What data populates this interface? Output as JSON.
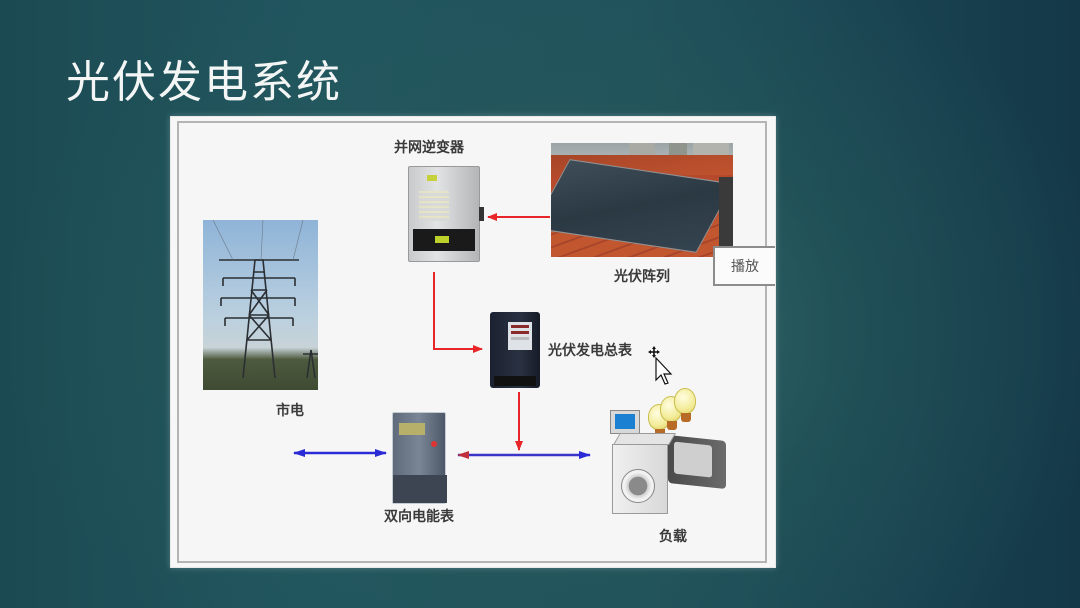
{
  "slide": {
    "title": "光伏发电系统"
  },
  "diagram": {
    "nodes": {
      "inverter": {
        "label": "并网逆变器",
        "icon": "inverter-icon"
      },
      "pv_array": {
        "label": "光伏阵列",
        "icon": "solar-panel-photo"
      },
      "grid": {
        "label": "市电",
        "icon": "power-pylon-photo"
      },
      "pv_meter": {
        "label": "光伏发电总表",
        "icon": "electric-meter-icon"
      },
      "bidirectional_meter": {
        "label": "双向电能表",
        "icon": "bidirectional-meter-icon"
      },
      "load": {
        "label": "负载",
        "icon": "household-appliances-icon"
      }
    },
    "edges": [
      {
        "from": "pv_array",
        "to": "inverter",
        "color": "#e8262a",
        "style": "one-way"
      },
      {
        "from": "inverter",
        "to": "pv_meter",
        "color": "#e8262a",
        "style": "one-way"
      },
      {
        "from": "pv_meter",
        "to": "load-line",
        "color": "#e8262a",
        "style": "one-way"
      },
      {
        "from": "grid",
        "to": "bidirectional_meter",
        "color": "#2a2ad6",
        "style": "two-way"
      },
      {
        "from": "bidirectional_meter",
        "to": "load",
        "color": "#2a2ad6",
        "style": "two-way"
      }
    ],
    "colors": {
      "pv_flow": "#e8262a",
      "grid_flow": "#2a2ad6"
    }
  },
  "overlay": {
    "play_button": "播放"
  }
}
